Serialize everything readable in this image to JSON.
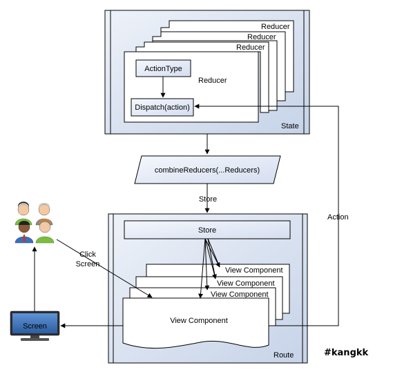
{
  "state_box": {
    "label": "State",
    "reducers": [
      "Reducer",
      "Reducer",
      "Reducer"
    ],
    "main_reducer": {
      "label": "Reducer",
      "action_type": "ActionType",
      "dispatch": "Dispatch(action)"
    }
  },
  "combine": {
    "label": "combineReducers(...Reducers)"
  },
  "edges": {
    "store": "Store",
    "action": "Action",
    "click_screen": [
      "Click",
      "Screen"
    ]
  },
  "route_box": {
    "label": "Route",
    "store": "Store",
    "view_components": [
      "View Component",
      "View Component",
      "View Component"
    ],
    "main_view_component": "View Component"
  },
  "screen": {
    "label": "Screen"
  },
  "watermark": "#kangkk",
  "colors": {
    "box_fill_light": "#e9eef7",
    "box_fill_dark": "#c3d0e6",
    "stroke": "#000000",
    "monitor": "#3a6fb5"
  }
}
